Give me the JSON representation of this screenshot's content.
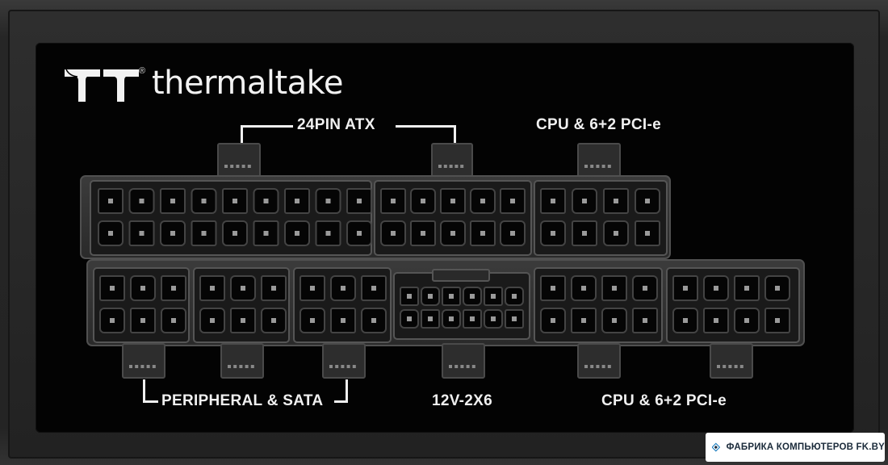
{
  "brand": {
    "name": "thermaltake",
    "registered_mark": "®"
  },
  "labels": {
    "top_left": "24PIN ATX",
    "top_right": "CPU & 6+2 PCI-e",
    "bottom_left": "PERIPHERAL & SATA",
    "bottom_center": "12V-2X6",
    "bottom_right": "CPU & 6+2 PCI-e"
  },
  "watermark": {
    "text": "ФАБРИКА КОМПЬЮТЕРОВ FK.BY",
    "accent": "#1e7fc0"
  },
  "colors": {
    "panel": "#030303",
    "chassis": "#262626",
    "text": "#f0f0f0"
  }
}
